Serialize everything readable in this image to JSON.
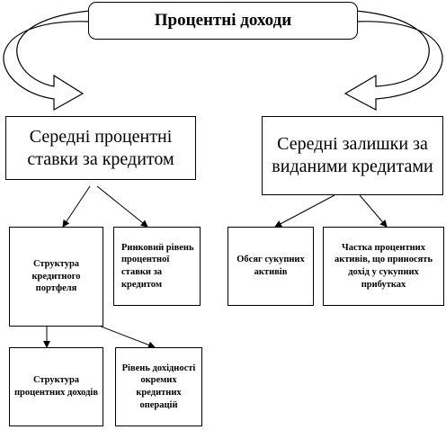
{
  "title": "Процентні доходи",
  "level1": {
    "rates": "Середні процентні ставки за кредитом",
    "balances": "Середні залишки за виданими кредитами"
  },
  "level2": {
    "portfolio": "Структура кредитного портфеля",
    "market": "Ринковий рівень процентної ставки за кредитом",
    "volume": "Обсяг сукупних активів",
    "share": "Частка процентних активів, що приносять дохід у сукупних прибутках"
  },
  "level3": {
    "structure": "Структура процентних доходів",
    "yield": "Рівень дохідності окремих кредитних операцій"
  },
  "colors": {
    "line": "#000000",
    "background": "#ffffff"
  }
}
